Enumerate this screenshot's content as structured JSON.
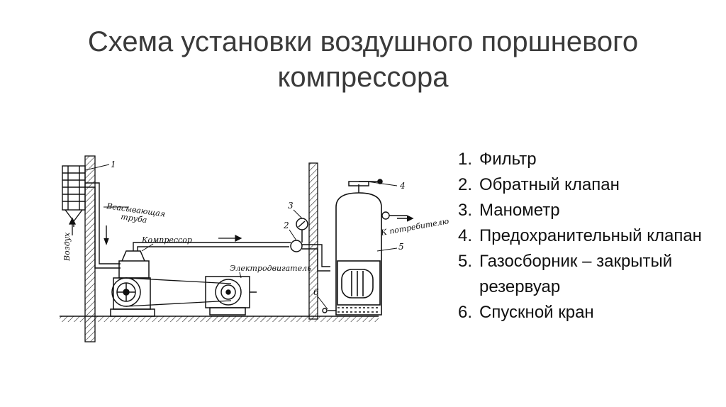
{
  "title": {
    "line1": "Схема установки воздушного поршневого",
    "line2": "компрессора"
  },
  "diagram": {
    "labels": {
      "n1": "1",
      "n2": "2",
      "n3": "3",
      "n4": "4",
      "n5": "5",
      "n6": "6",
      "intake_pipe_line1": "Всасывающая",
      "intake_pipe_line2": "труба",
      "compressor": "Компрессор",
      "motor": "Электродвигатель",
      "air": "Воздух",
      "to_consumer": "К потребителю"
    }
  },
  "legend": [
    {
      "num": "1.",
      "text": "Фильтр"
    },
    {
      "num": "2.",
      "text": "Обратный клапан"
    },
    {
      "num": "3.",
      "text": "Манометр"
    },
    {
      "num": "4.",
      "text": "Предохранительный клапан"
    },
    {
      "num": "5.",
      "text": "Газосборник – закрытый резервуар"
    },
    {
      "num": "6.",
      "text": "Спускной кран"
    }
  ]
}
